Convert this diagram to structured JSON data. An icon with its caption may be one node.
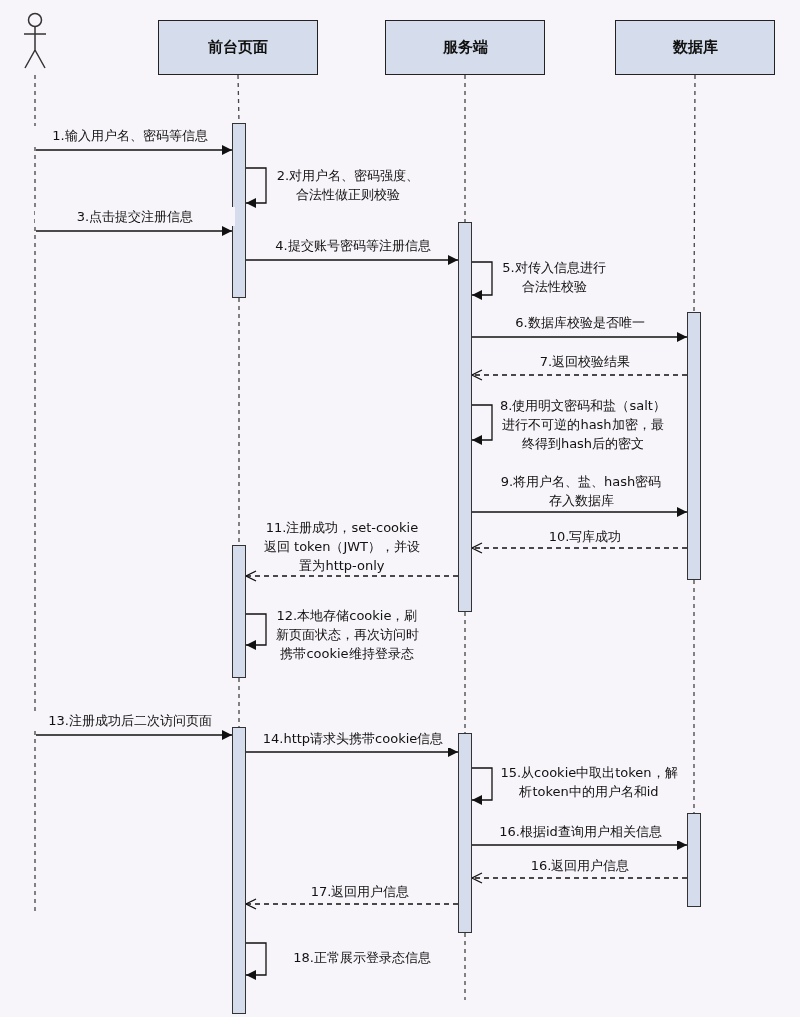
{
  "diagram": {
    "nodes": [
      {
        "text": [],
        "shape": "person"
      },
      {
        "text": [
          "前台页面"
        ]
      },
      {
        "text": [
          "服务端"
        ]
      },
      {
        "text": [
          "数据库"
        ]
      },
      {
        "text": [],
        "shape": "bar"
      },
      {
        "text": [],
        "shape": "bar"
      },
      {
        "text": [],
        "shape": "bar"
      },
      {
        "text": [],
        "shape": "bar"
      },
      {
        "text": [],
        "shape": "bar"
      },
      {
        "text": [],
        "shape": "bar"
      },
      {
        "text": [],
        "shape": "bar"
      }
    ],
    "edges": [
      {
        "from": 0,
        "to": 4,
        "arrow": "to",
        "label": "1.输入用户名、密码等信息"
      },
      {
        "from": 4,
        "to": 4,
        "arrow": "to",
        "label": "2.对用户名、密码强度、合法性做正则校验"
      },
      {
        "from": 0,
        "to": 4,
        "arrow": "to",
        "label": "3.点击提交注册信息"
      },
      {
        "from": 4,
        "to": 7,
        "arrow": "to",
        "label": "4.提交账号密码等注册信息"
      },
      {
        "from": 7,
        "to": 7,
        "arrow": "to",
        "label": "5.对传入信息进行合法性校验"
      },
      {
        "from": 7,
        "to": 9,
        "arrow": "to",
        "label": "6.数据库校验是否唯一"
      },
      {
        "from": 9,
        "to": 7,
        "arrow": "to",
        "label": "7.返回校验结果",
        "style": "dashed"
      },
      {
        "from": 7,
        "to": 7,
        "arrow": "to",
        "label": "8.使用明文密码和盐（salt）进行不可逆的hash加密，最终得到hash后的密文"
      },
      {
        "from": 7,
        "to": 9,
        "arrow": "to",
        "label": "9.将用户名、盐、hash密码存入数据库"
      },
      {
        "from": 9,
        "to": 7,
        "arrow": "to",
        "label": "10.写库成功",
        "style": "dashed"
      },
      {
        "from": 7,
        "to": 5,
        "arrow": "to",
        "label": "11.注册成功，set-cookie返回 token（JWT），并设置为http-only",
        "style": "dashed"
      },
      {
        "from": 5,
        "to": 5,
        "arrow": "to",
        "label": "12.本地存储cookie，刷新页面状态，再次访问时携带cookie维持登录态"
      },
      {
        "from": 0,
        "to": 6,
        "arrow": "to",
        "label": "13.注册成功后二次访问页面"
      },
      {
        "from": 6,
        "to": 8,
        "arrow": "to",
        "label": "14.http请求头携带cookie信息"
      },
      {
        "from": 8,
        "to": 8,
        "arrow": "to",
        "label": "15.从cookie中取出token，解析token中的用户名和id"
      },
      {
        "from": 8,
        "to": 10,
        "arrow": "to",
        "label": "16.根据id查询用户相关信息"
      },
      {
        "from": 10,
        "to": 8,
        "arrow": "to",
        "label": "16.返回用户信息",
        "style": "dashed"
      },
      {
        "from": 8,
        "to": 6,
        "arrow": "to",
        "label": "17.返回用户信息",
        "style": "dashed"
      },
      {
        "from": 6,
        "to": 6,
        "arrow": "to",
        "label": "18.正常展示登录态信息"
      },
      {
        "from": 1,
        "to": 4,
        "arrow": "none",
        "style": "dashed",
        "color": "#444444"
      },
      {
        "from": 4,
        "to": 5,
        "arrow": "none",
        "style": "dashed",
        "color": "#444444"
      },
      {
        "from": 5,
        "to": 6,
        "arrow": "none",
        "style": "dashed",
        "color": "#444444"
      },
      {
        "from": 2,
        "to": 7,
        "arrow": "none",
        "style": "dashed",
        "color": "#444444"
      },
      {
        "from": 7,
        "to": 8,
        "arrow": "none",
        "style": "dashed",
        "color": "#444444"
      },
      {
        "from": 8,
        "to": null,
        "arrow": "none",
        "style": "dashed",
        "color": "#444444"
      },
      {
        "from": 3,
        "to": 9,
        "arrow": "none",
        "style": "dashed",
        "color": "#444444"
      },
      {
        "from": 9,
        "to": 10,
        "arrow": "none",
        "style": "dashed",
        "color": "#444444"
      }
    ]
  }
}
